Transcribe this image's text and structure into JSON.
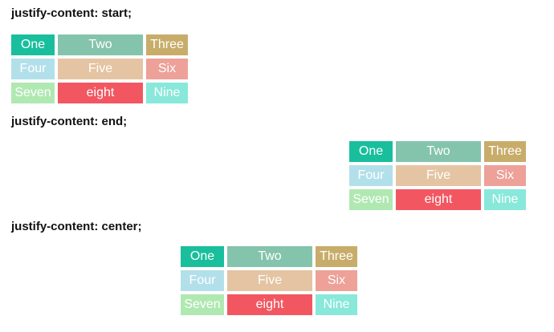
{
  "sections": [
    {
      "heading": "justify-content: start;",
      "items": [
        {
          "label": "One",
          "color": "#19bf9c"
        },
        {
          "label": "Two",
          "color": "#84c4ac"
        },
        {
          "label": "Three",
          "color": "#c8ac6a"
        },
        {
          "label": "Four",
          "color": "#b2e0ea"
        },
        {
          "label": "Five",
          "color": "#e4c4a2"
        },
        {
          "label": "Six",
          "color": "#eda198"
        },
        {
          "label": "Seven",
          "color": "#b0e8b2"
        },
        {
          "label": "eight",
          "color": "#f25761"
        },
        {
          "label": "Nine",
          "color": "#88e8da"
        }
      ]
    },
    {
      "heading": "justify-content: end;",
      "items": [
        {
          "label": "One",
          "color": "#19bf9c"
        },
        {
          "label": "Two",
          "color": "#84c4ac"
        },
        {
          "label": "Three",
          "color": "#c8ac6a"
        },
        {
          "label": "Four",
          "color": "#b2e0ea"
        },
        {
          "label": "Five",
          "color": "#e4c4a2"
        },
        {
          "label": "Six",
          "color": "#eda198"
        },
        {
          "label": "Seven",
          "color": "#b0e8b2"
        },
        {
          "label": "eight",
          "color": "#f25761"
        },
        {
          "label": "Nine",
          "color": "#88e8da"
        }
      ]
    },
    {
      "heading": "justify-content: center;",
      "items": [
        {
          "label": "One",
          "color": "#19bf9c"
        },
        {
          "label": "Two",
          "color": "#84c4ac"
        },
        {
          "label": "Three",
          "color": "#c8ac6a"
        },
        {
          "label": "Four",
          "color": "#b2e0ea"
        },
        {
          "label": "Five",
          "color": "#e4c4a2"
        },
        {
          "label": "Six",
          "color": "#eda198"
        },
        {
          "label": "Seven",
          "color": "#b0e8b2"
        },
        {
          "label": "eight",
          "color": "#f25761"
        },
        {
          "label": "Nine",
          "color": "#88e8da"
        }
      ]
    }
  ]
}
